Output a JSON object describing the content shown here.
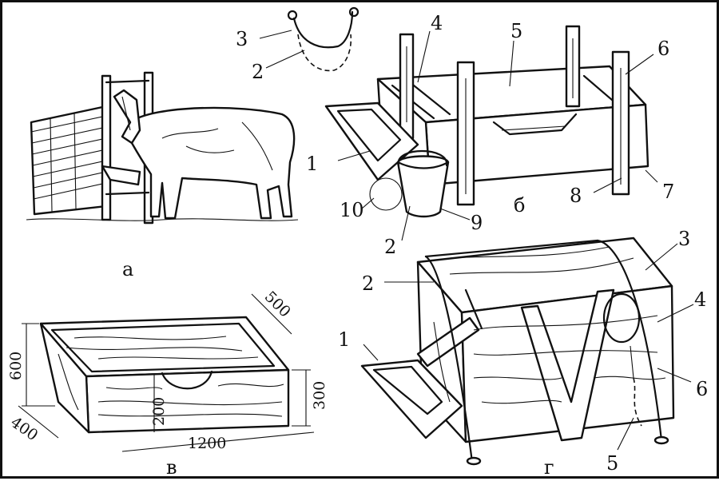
{
  "panels": {
    "a": {
      "caption": "а"
    },
    "b": {
      "caption": "б",
      "callouts": [
        "1",
        "2",
        "3",
        "4",
        "5",
        "6",
        "7",
        "8",
        "9",
        "10",
        "2"
      ]
    },
    "v": {
      "caption": "в",
      "dimensions": {
        "height": "600",
        "width": "500",
        "length": "1200",
        "depth": "400",
        "cutout": "200",
        "side": "300"
      }
    },
    "g": {
      "caption": "г",
      "callouts": [
        "1",
        "2",
        "3",
        "4",
        "5",
        "6"
      ]
    }
  }
}
